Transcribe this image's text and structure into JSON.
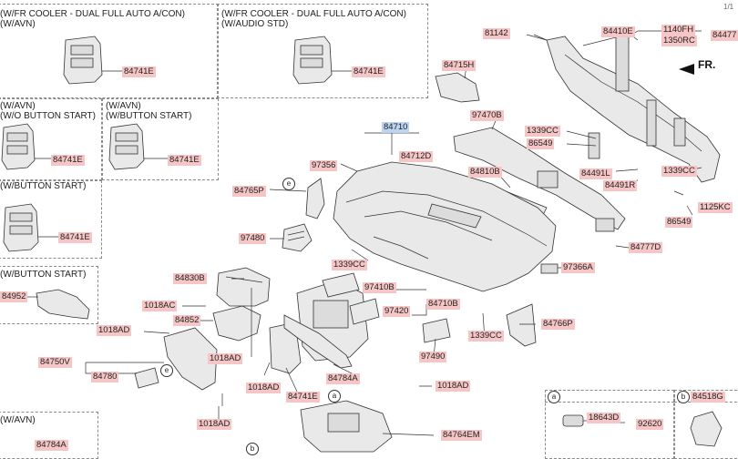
{
  "captions": {
    "box1": "(W/FR COOLER - DUAL FULL AUTO A/CON)\n(W/AVN)",
    "box2": "(W/FR COOLER - DUAL FULL AUTO A/CON)\n(W/AUDIO STD)",
    "box3": "(W/AVN)\n(W/O BUTTON START)",
    "box4": "(W/AVN)\n(W/BUTTON START)",
    "box5": "(W/BUTTON START)",
    "box6": "(W/BUTTON START)",
    "box7": "(W/AVN)",
    "corner": "1/1",
    "direction": "FR."
  },
  "labels": [
    {
      "text": "84741E",
      "style": "pink"
    },
    {
      "text": "84741E",
      "style": "pink"
    },
    {
      "text": "84741E",
      "style": "pink"
    },
    {
      "text": "84741E",
      "style": "pink"
    },
    {
      "text": "84741E",
      "style": "pink"
    },
    {
      "text": "84952",
      "style": "pink"
    },
    {
      "text": "84784A",
      "style": "pink"
    },
    {
      "text": "81142",
      "style": "pink"
    },
    {
      "text": "84410E",
      "style": "pink"
    },
    {
      "text": "1140FH",
      "style": "pink"
    },
    {
      "text": "1350RC",
      "style": "pink"
    },
    {
      "text": "84477",
      "style": "pink"
    },
    {
      "text": "84715H",
      "style": "pink"
    },
    {
      "text": "97470B",
      "style": "pink"
    },
    {
      "text": "84710",
      "style": "blue"
    },
    {
      "text": "84712D",
      "style": "pink"
    },
    {
      "text": "97356",
      "style": "pink"
    },
    {
      "text": "84765P",
      "style": "pink"
    },
    {
      "text": "84810B",
      "style": "pink"
    },
    {
      "text": "1339CC",
      "style": "pink"
    },
    {
      "text": "86549",
      "style": "pink"
    },
    {
      "text": "84491L",
      "style": "pink"
    },
    {
      "text": "84491R",
      "style": "pink"
    },
    {
      "text": "1339CC",
      "style": "pink"
    },
    {
      "text": "1125KC",
      "style": "pink"
    },
    {
      "text": "86549",
      "style": "pink"
    },
    {
      "text": "97480",
      "style": "pink"
    },
    {
      "text": "1339CC",
      "style": "pink"
    },
    {
      "text": "84777D",
      "style": "pink"
    },
    {
      "text": "97366A",
      "style": "pink"
    },
    {
      "text": "84830B",
      "style": "pink"
    },
    {
      "text": "1018AC",
      "style": "pink"
    },
    {
      "text": "84852",
      "style": "pink"
    },
    {
      "text": "97410B",
      "style": "pink"
    },
    {
      "text": "84710B",
      "style": "pink"
    },
    {
      "text": "97420",
      "style": "pink"
    },
    {
      "text": "84766P",
      "style": "pink"
    },
    {
      "text": "1018AD",
      "style": "pink"
    },
    {
      "text": "1018AD",
      "style": "pink"
    },
    {
      "text": "84750V",
      "style": "pink"
    },
    {
      "text": "84780",
      "style": "pink"
    },
    {
      "text": "1339CC",
      "style": "pink"
    },
    {
      "text": "97490",
      "style": "pink"
    },
    {
      "text": "84784A",
      "style": "pink"
    },
    {
      "text": "1018AD",
      "style": "pink"
    },
    {
      "text": "84741E",
      "style": "pink"
    },
    {
      "text": "1018AD",
      "style": "pink"
    },
    {
      "text": "1018AD",
      "style": "pink"
    },
    {
      "text": "84764EM",
      "style": "pink"
    },
    {
      "text": "18643D",
      "style": "pink"
    },
    {
      "text": "92620",
      "style": "pink"
    },
    {
      "text": "84518G",
      "style": "pink"
    }
  ],
  "refs": [
    "e",
    "e",
    "a",
    "a",
    "b",
    "b"
  ]
}
